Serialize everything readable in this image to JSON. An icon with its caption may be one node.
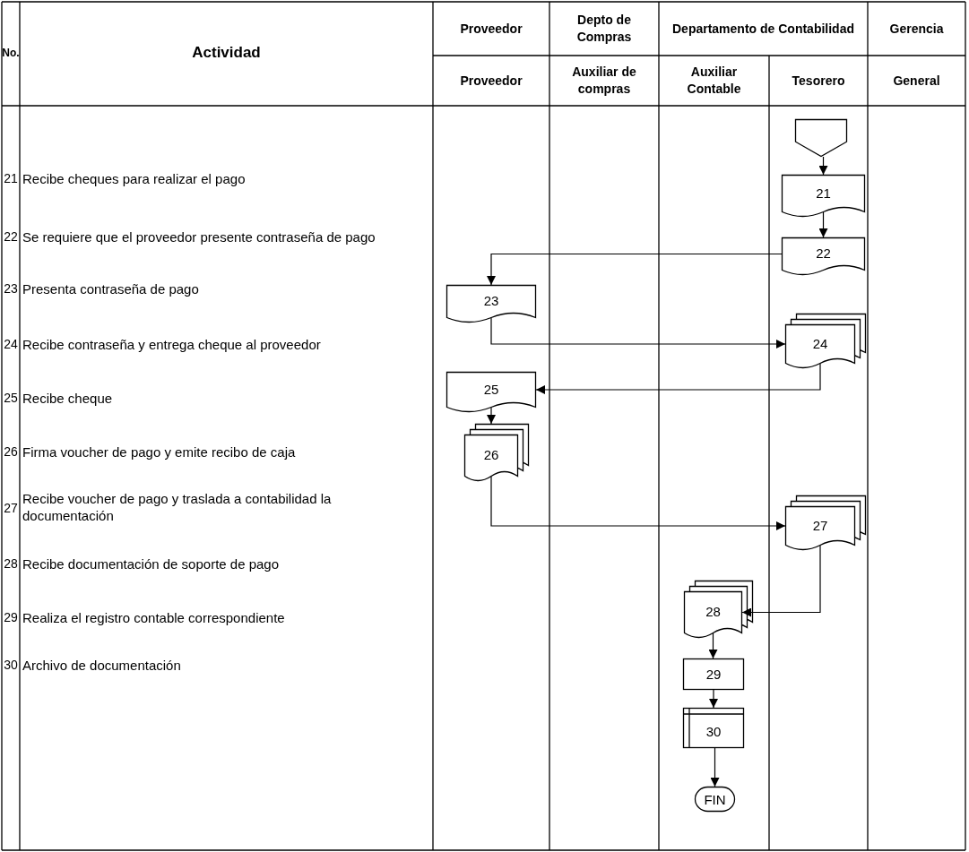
{
  "diagram": {
    "nodes": [
      {
        "text": [],
        "shape": "pentagon"
      },
      {
        "text": [
          "21"
        ]
      },
      {
        "text": [
          "22"
        ]
      },
      {
        "text": [
          "23"
        ]
      },
      {
        "text": [
          "24"
        ]
      },
      {
        "text": [
          "25"
        ]
      },
      {
        "text": [
          "26"
        ]
      },
      {
        "text": [
          "27"
        ]
      },
      {
        "text": [
          "28"
        ]
      },
      {
        "text": [
          "29"
        ]
      },
      {
        "text": [
          "30"
        ]
      },
      {
        "text": [
          "FIN"
        ]
      }
    ],
    "edges": [
      {
        "from": 0,
        "to": 1,
        "arrow": "to"
      },
      {
        "from": 1,
        "to": 2,
        "arrow": "to"
      },
      {
        "from": 2,
        "to": 3,
        "arrow": "to"
      },
      {
        "from": 3,
        "to": 4,
        "arrow": "to"
      },
      {
        "from": 4,
        "to": 5,
        "arrow": "to"
      },
      {
        "from": 5,
        "to": 6,
        "arrow": "to"
      },
      {
        "from": 6,
        "to": 7,
        "arrow": "to"
      },
      {
        "from": 7,
        "to": 8,
        "arrow": "to"
      },
      {
        "from": 8,
        "to": 9,
        "arrow": "to"
      },
      {
        "from": 9,
        "to": 10,
        "arrow": "to"
      },
      {
        "from": 10,
        "to": 11,
        "arrow": "to"
      }
    ],
    "labels": [
      "No.",
      "Actividad",
      "Proveedor",
      "Depto de Compras",
      "Departamento de Contabilidad",
      "Gerencia",
      "Proveedor",
      "Auxiliar de compras",
      "Auxiliar Contable",
      "Tesorero",
      "General",
      "21",
      "Recibe cheques para realizar el pago",
      "22",
      "Se requiere que el proveedor presente contraseña de pago",
      "23",
      "Presenta contraseña de pago",
      "24",
      "Recibe contraseña y entrega cheque al proveedor",
      "25",
      "Recibe cheque",
      "26",
      "Firma voucher de pago y emite recibo de caja",
      "27",
      "Recibe voucher de pago y traslada a contabilidad la documentación",
      "28",
      "Recibe documentación de soporte de pago",
      "29",
      "Realiza el registro contable correspondiente",
      "30",
      "Archivo de documentación"
    ]
  }
}
